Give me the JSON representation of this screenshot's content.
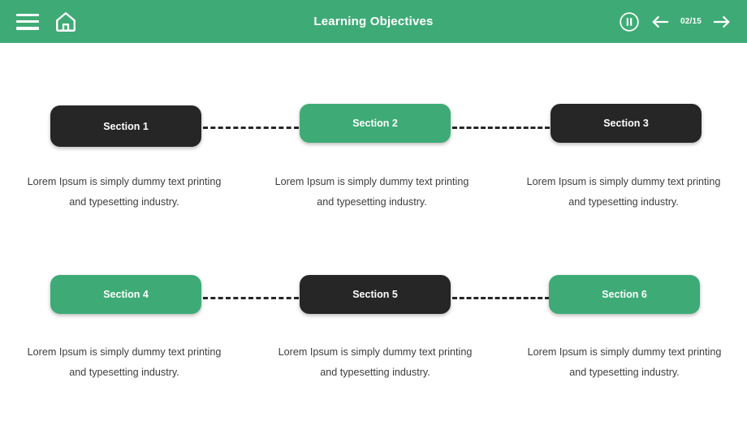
{
  "header": {
    "title": "Learning Objectives",
    "menu_icon": "hamburger-menu-icon",
    "home_icon": "home-icon",
    "pause_icon": "pause-circle-icon",
    "prev_icon": "arrow-left-icon",
    "next_icon": "arrow-right-icon",
    "page_counter": "02/15",
    "background_color": "#3eab76",
    "text_color": "#ffffff"
  },
  "theme": {
    "accent": "#3eab76",
    "dark": "#262626",
    "page_background": "#ffffff",
    "body_text": "#3c3c3c"
  },
  "nodes": [
    {
      "label": "Section 1",
      "style": "dark",
      "description": "Lorem Ipsum is simply dummy text printing and typesetting industry."
    },
    {
      "label": "Section 2",
      "style": "green",
      "description": "Lorem Ipsum is simply dummy text printing and typesetting industry."
    },
    {
      "label": "Section 3",
      "style": "dark",
      "description": "Lorem Ipsum is simply dummy text printing and typesetting industry."
    },
    {
      "label": "Section 4",
      "style": "green",
      "description": "Lorem Ipsum is simply dummy text printing and typesetting industry."
    },
    {
      "label": "Section 5",
      "style": "dark",
      "description": "Lorem Ipsum is simply dummy text printing and typesetting industry."
    },
    {
      "label": "Section 6",
      "style": "green",
      "description": "Lorem Ipsum is simply dummy text printing and typesetting industry."
    }
  ]
}
